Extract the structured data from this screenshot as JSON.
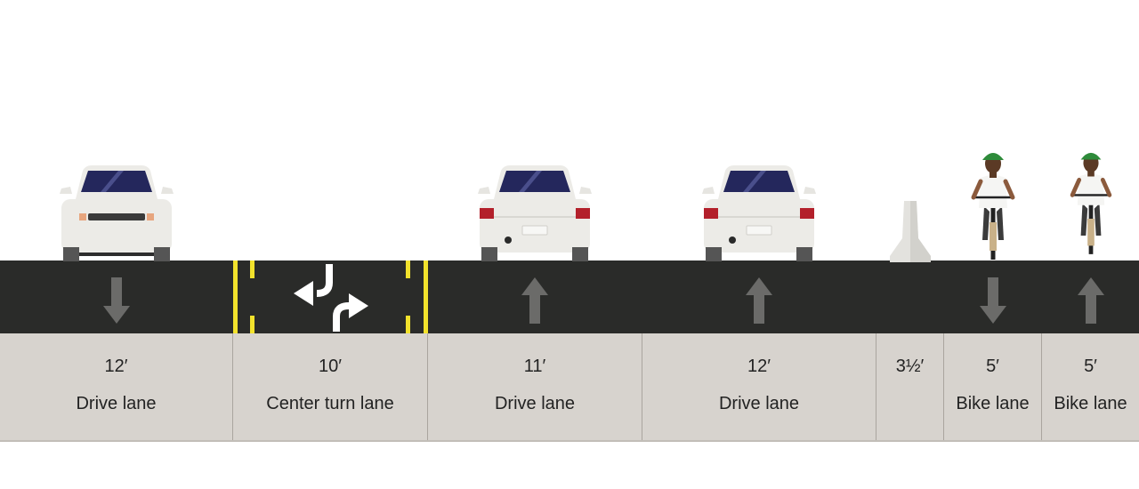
{
  "segments": [
    {
      "width": "12′",
      "name": "Drive lane",
      "direction": "down"
    },
    {
      "width": "10′",
      "name": "Center turn lane",
      "direction": "both"
    },
    {
      "width": "11′",
      "name": "Drive lane",
      "direction": "up"
    },
    {
      "width": "12′",
      "name": "Drive lane",
      "direction": "up"
    },
    {
      "width": "3½′",
      "name": "",
      "direction": "none"
    },
    {
      "width": "5′",
      "name": "Bike lane",
      "direction": "down"
    },
    {
      "width": "5′",
      "name": "Bike lane",
      "direction": "up"
    }
  ],
  "colors": {
    "asphalt": "#2a2b29",
    "label_band": "#d7d3ce",
    "lane_marking": "#f2e22c",
    "arrow": "#6b6b69",
    "cyclist_helmet": "#2e8b3a"
  }
}
